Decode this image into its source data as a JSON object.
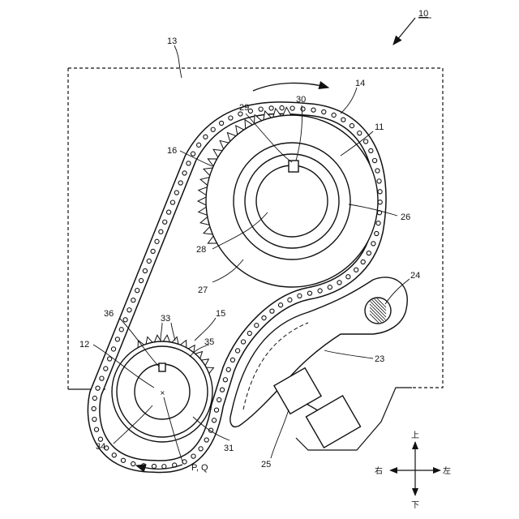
{
  "labels": {
    "fig_ref": "10",
    "housing": "13",
    "chain_top": "14",
    "cam_sprocket_outer": "11",
    "chain_left": "16",
    "pin_29": "29",
    "key_30": "30",
    "hub_26": "26",
    "bore_28": "28",
    "teeth_27": "27",
    "pivot_24": "24",
    "lever_23": "23",
    "actuator_25": "25",
    "crank_sprocket": "12",
    "teeth_33": "33",
    "gear_15": "15",
    "label_35": "35",
    "label_36": "36",
    "bore_34": "34",
    "hub_31": "31",
    "axis_pq": "P, Q"
  },
  "direction": {
    "up": "上",
    "down": "下",
    "right": "右",
    "left": "左"
  },
  "colors": {
    "line": "#111111",
    "background": "#ffffff"
  }
}
